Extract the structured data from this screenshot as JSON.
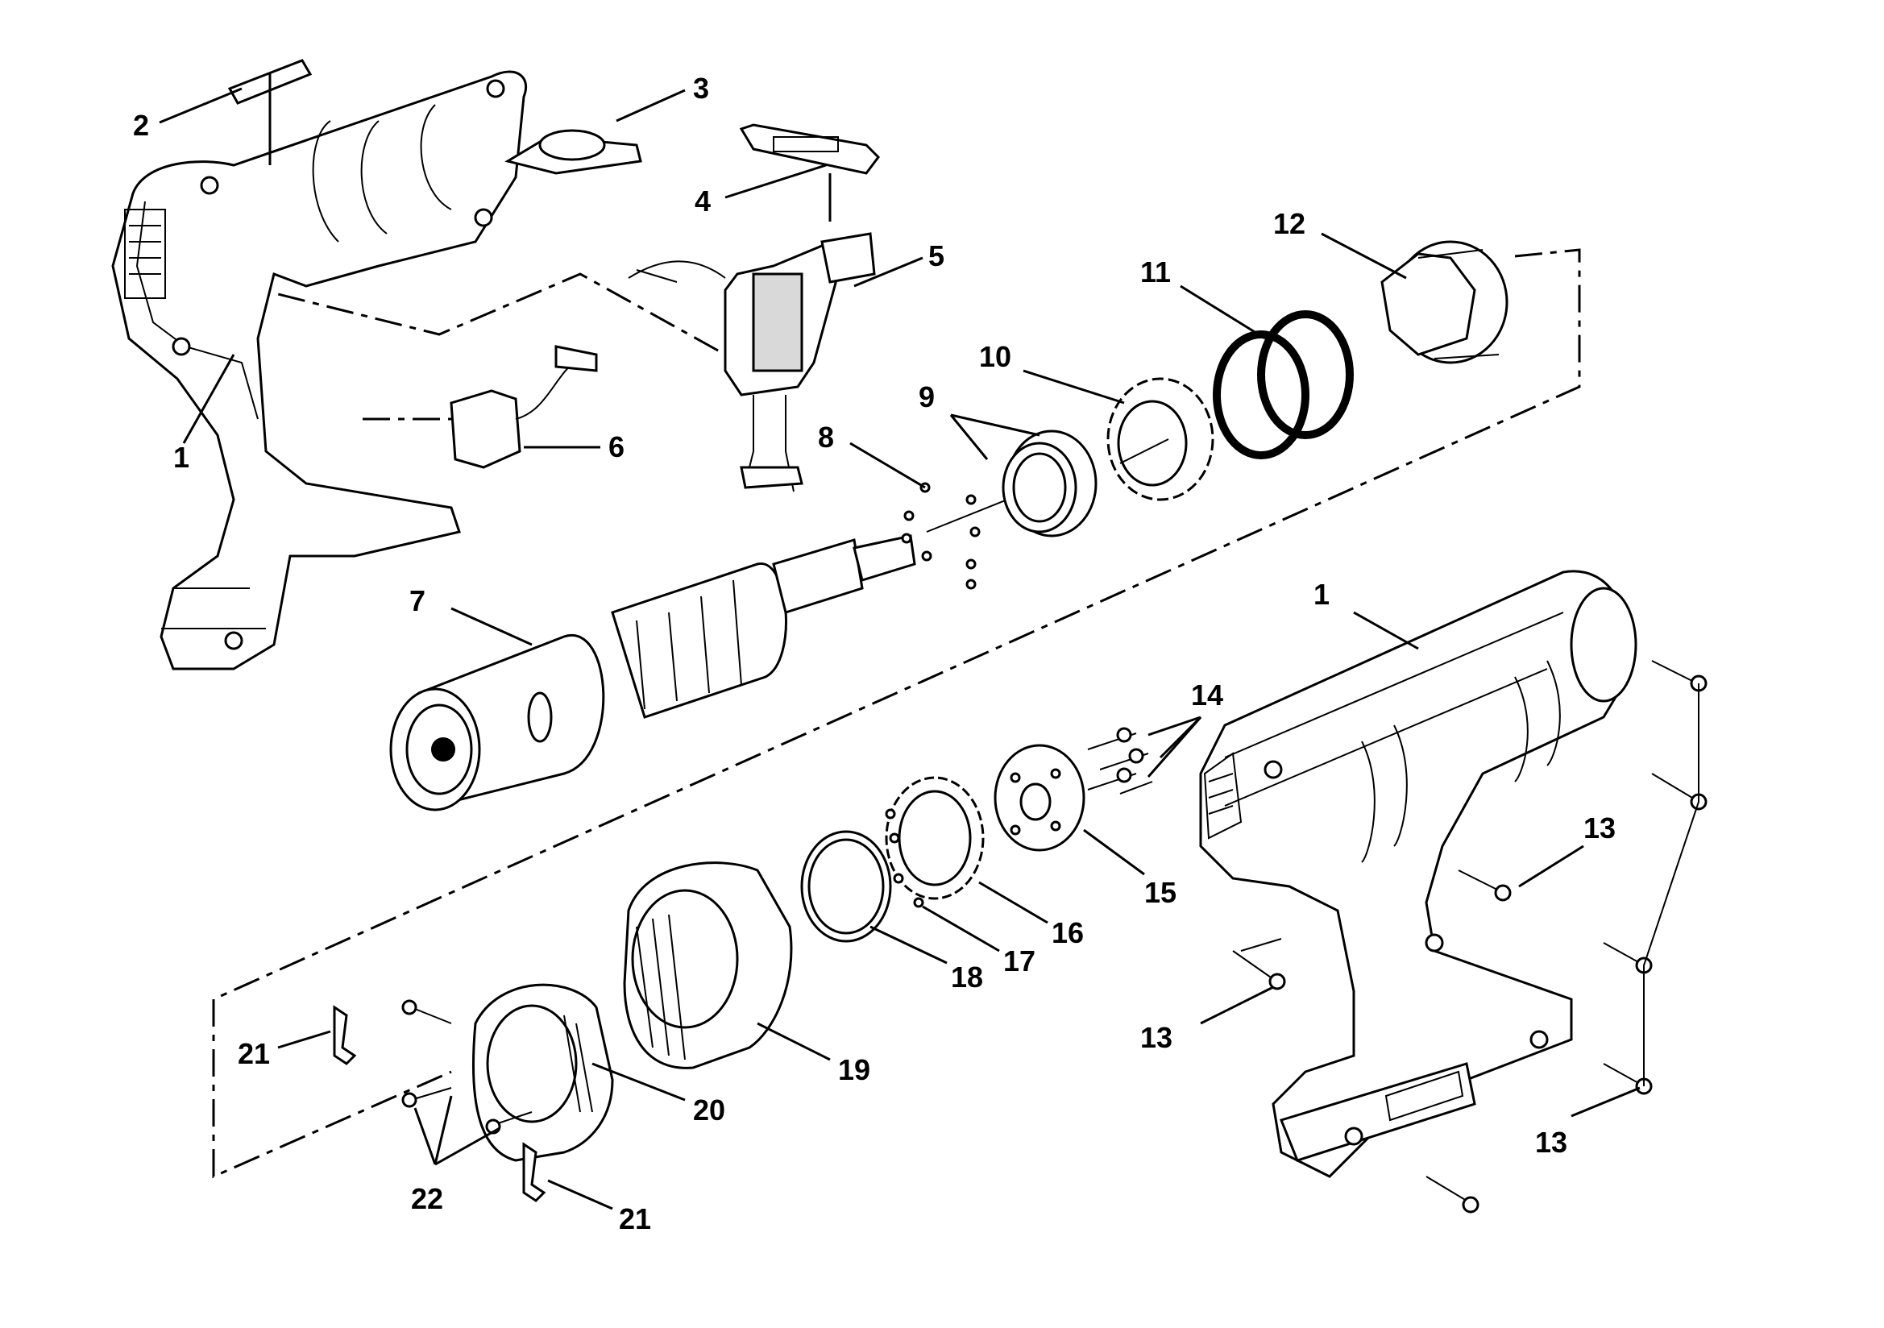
{
  "callouts": {
    "c1_top": "1",
    "c2": "2",
    "c3": "3",
    "c4": "4",
    "c5": "5",
    "c6": "6",
    "c7": "7",
    "c8": "8",
    "c9": "9",
    "c10": "10",
    "c11": "11",
    "c12": "12",
    "c1_right": "1",
    "c14": "14",
    "c13_a": "13",
    "c13_b": "13",
    "c13_c": "13",
    "c15": "15",
    "c16": "16",
    "c17": "17",
    "c18": "18",
    "c19": "19",
    "c20": "20",
    "c21_a": "21",
    "c21_b": "21",
    "c22": "22"
  }
}
